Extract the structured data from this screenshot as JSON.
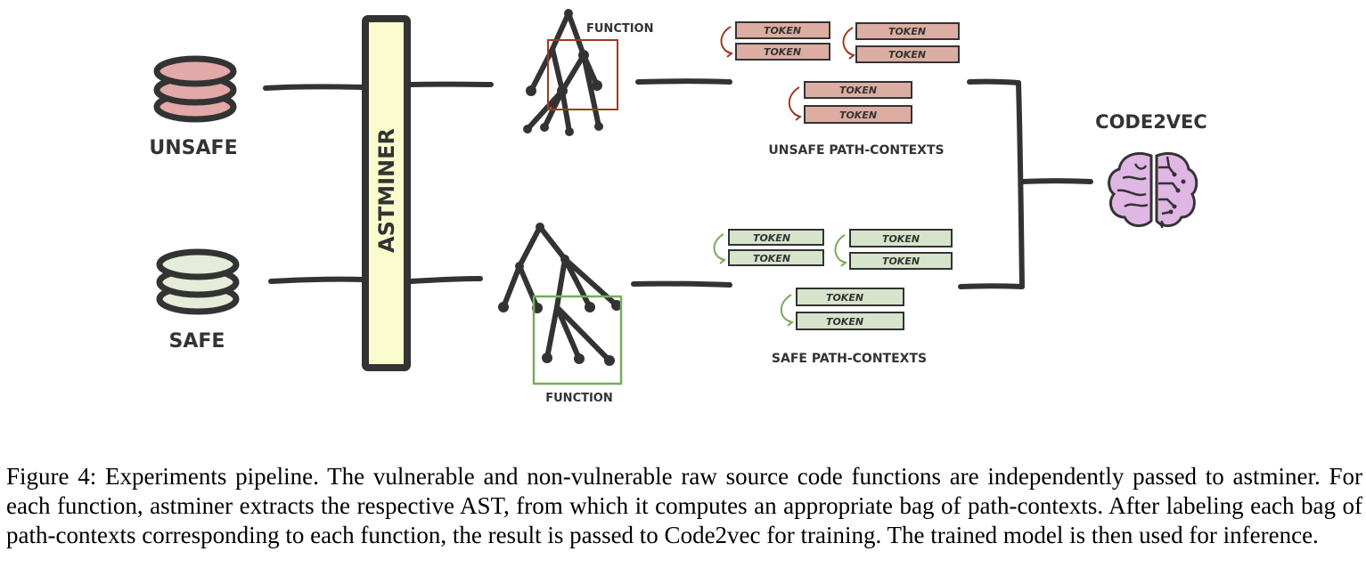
{
  "figure": {
    "db_unsafe_label": "UNSAFE",
    "db_safe_label": "SAFE",
    "astminer_label": "ASTMINER",
    "function_label_top": "FUNCTION",
    "function_label_bottom": "FUNCTION",
    "token_label": "TOKEN",
    "unsafe_paths_label": "UNSAFE PATH-CONTEXTS",
    "safe_paths_label": "SAFE PATH-CONTEXTS",
    "model_label": "CODE2VEC",
    "colors": {
      "unsafe": "#dcaea3",
      "safe": "#d6e4cb",
      "unsafe_db": "#e3a8a8",
      "safe_db": "#e5ecd9",
      "astminer_fill": "#fbfccd",
      "brain": "#e0b6e4",
      "unsafe_box": "#a03a22",
      "safe_box": "#78ab5c",
      "line": "#333333"
    }
  },
  "caption": {
    "text": "Figure 4: Experiments pipeline. The vulnerable and non-vulnerable raw source code functions are independently passed to astminer. For each function, astminer extracts the respective AST, from which it computes an appropriate bag of path-contexts. After labeling each bag of path-contexts corresponding to each function, the result is passed to Code2vec for training. The trained model is then used for inference."
  }
}
